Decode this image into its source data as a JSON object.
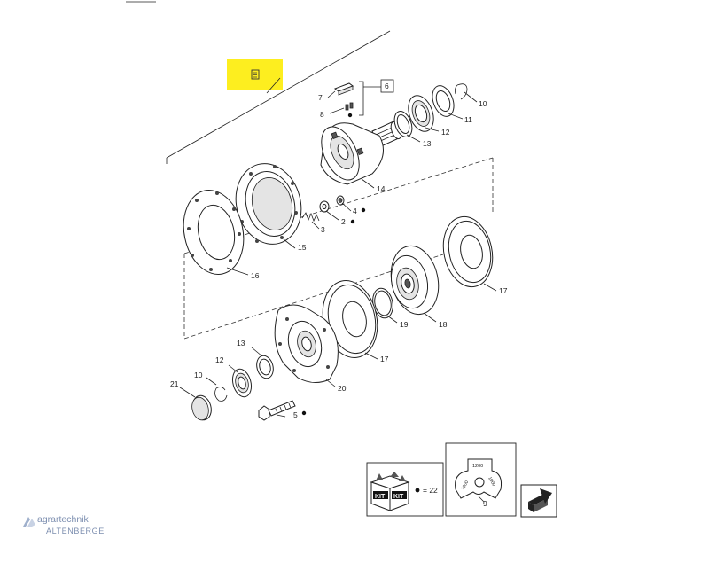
{
  "diagram": {
    "group_label": "6",
    "callouts": {
      "p7": "7",
      "p8": "8",
      "p6": "6",
      "p10a": "10",
      "p11": "11",
      "p12a": "12",
      "p13a": "13",
      "p14": "14",
      "p4": "4",
      "p2": "2",
      "p3": "3",
      "p15": "15",
      "p16": "16",
      "p17a": "17",
      "p18": "18",
      "p19": "19",
      "p17b": "17",
      "p13b": "13",
      "p12b": "12",
      "p10b": "10",
      "p21": "21",
      "p20": "20",
      "p5": "5"
    },
    "kit_legend": {
      "label": "KIT",
      "equals": "= 22"
    },
    "torque_legend": {
      "value": "1200",
      "side_left": "1000",
      "side_right": "1000",
      "callout": "9"
    },
    "highlight_color": "#fdee1f"
  },
  "watermark": {
    "line1": "agrartechnik",
    "line2": "ALTENBERGE",
    "color": "#7d8fb0"
  }
}
